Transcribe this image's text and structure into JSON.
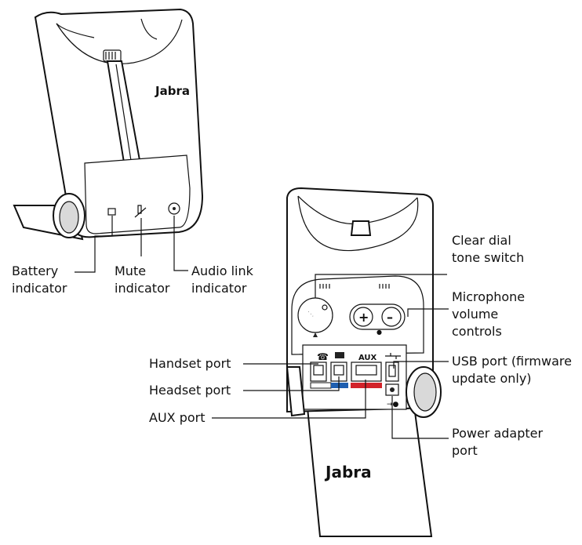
{
  "brand": {
    "logo_text": "Jabra"
  },
  "callouts": {
    "battery": [
      "Battery",
      "indicator"
    ],
    "mute": [
      "Mute",
      "indicator"
    ],
    "audio_link": [
      "Audio link",
      "indicator"
    ],
    "clear_dial": [
      "Clear dial",
      "tone switch"
    ],
    "microphone": [
      "Microphone",
      "volume",
      "controls"
    ],
    "handset_port": "Handset port",
    "headset_port": "Headset port",
    "aux_port": "AUX port",
    "usb_port": [
      "USB port (firmware",
      "update only)"
    ],
    "power_port": [
      "Power adapter",
      "port"
    ]
  },
  "panel_labels": {
    "aux": "AUX",
    "plus": "+",
    "minus": "–"
  },
  "port_colors": {
    "white": "#ffffff",
    "blue": "#1f5fb0",
    "red": "#d2232a"
  }
}
